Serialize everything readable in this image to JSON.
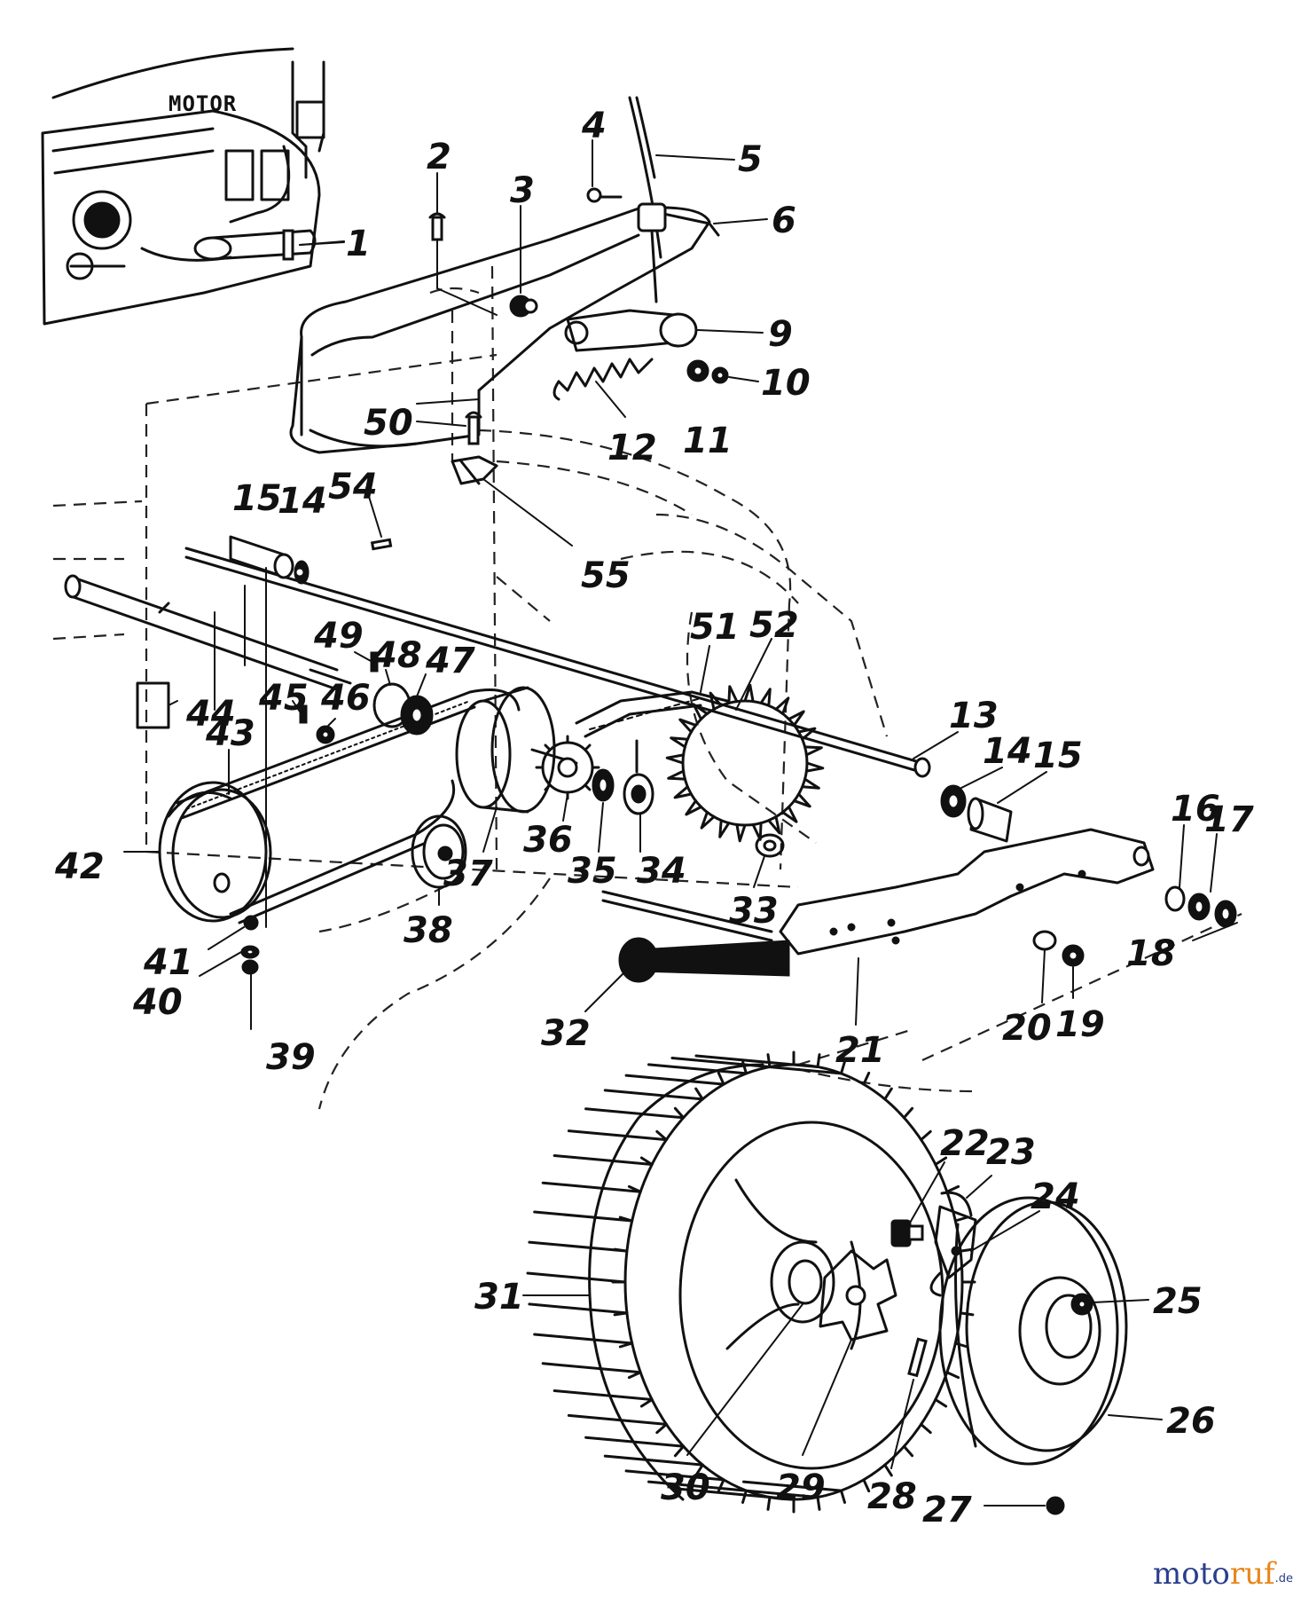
{
  "diagram": {
    "motor_label": "MOTOR",
    "callouts": [
      {
        "id": "c1",
        "text": "1"
      },
      {
        "id": "c2",
        "text": "2"
      },
      {
        "id": "c3",
        "text": "3"
      },
      {
        "id": "c4",
        "text": "4"
      },
      {
        "id": "c5",
        "text": "5"
      },
      {
        "id": "c6",
        "text": "6"
      },
      {
        "id": "c9",
        "text": "9"
      },
      {
        "id": "c10",
        "text": "10"
      },
      {
        "id": "c11",
        "text": "11"
      },
      {
        "id": "c12",
        "text": "12"
      },
      {
        "id": "c13",
        "text": "13"
      },
      {
        "id": "c14a",
        "text": "14"
      },
      {
        "id": "c14b",
        "text": "14"
      },
      {
        "id": "c15a",
        "text": "15"
      },
      {
        "id": "c15b",
        "text": "15"
      },
      {
        "id": "c16",
        "text": "16"
      },
      {
        "id": "c17",
        "text": "17"
      },
      {
        "id": "c18",
        "text": "18"
      },
      {
        "id": "c19",
        "text": "19"
      },
      {
        "id": "c20",
        "text": "20"
      },
      {
        "id": "c21",
        "text": "21"
      },
      {
        "id": "c22",
        "text": "22"
      },
      {
        "id": "c23",
        "text": "23"
      },
      {
        "id": "c24",
        "text": "24"
      },
      {
        "id": "c25",
        "text": "25"
      },
      {
        "id": "c26",
        "text": "26"
      },
      {
        "id": "c27",
        "text": "27"
      },
      {
        "id": "c28",
        "text": "28"
      },
      {
        "id": "c29",
        "text": "29"
      },
      {
        "id": "c30",
        "text": "30"
      },
      {
        "id": "c31",
        "text": "31"
      },
      {
        "id": "c32",
        "text": "32"
      },
      {
        "id": "c33",
        "text": "33"
      },
      {
        "id": "c34",
        "text": "34"
      },
      {
        "id": "c35",
        "text": "35"
      },
      {
        "id": "c36",
        "text": "36"
      },
      {
        "id": "c37",
        "text": "37"
      },
      {
        "id": "c38",
        "text": "38"
      },
      {
        "id": "c39",
        "text": "39"
      },
      {
        "id": "c40",
        "text": "40"
      },
      {
        "id": "c41",
        "text": "41"
      },
      {
        "id": "c42",
        "text": "42"
      },
      {
        "id": "c43",
        "text": "43"
      },
      {
        "id": "c44",
        "text": "44"
      },
      {
        "id": "c45",
        "text": "45"
      },
      {
        "id": "c46",
        "text": "46"
      },
      {
        "id": "c47",
        "text": "47"
      },
      {
        "id": "c48",
        "text": "48"
      },
      {
        "id": "c49",
        "text": "49"
      },
      {
        "id": "c50",
        "text": "50"
      },
      {
        "id": "c51",
        "text": "51"
      },
      {
        "id": "c52",
        "text": "52"
      },
      {
        "id": "c54",
        "text": "54"
      },
      {
        "id": "c55",
        "text": "55"
      }
    ]
  },
  "watermark": {
    "part1": "moto",
    "part2": "ruf",
    "suffix": ".de"
  }
}
